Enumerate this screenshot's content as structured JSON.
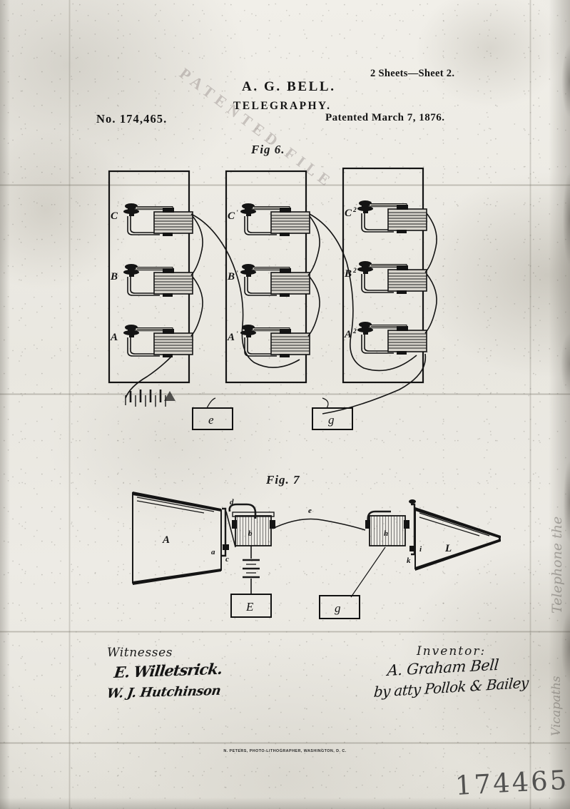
{
  "document": {
    "sheet_note": "2 Sheets—Sheet 2.",
    "inventor_name": "A. G. BELL.",
    "subject": "TELEGRAPHY.",
    "patent_number": "No. 174,465.",
    "patent_date": "Patented March 7, 1876.",
    "stamp": "PATENTED FILE",
    "imprint": "N. PETERS, PHOTO-LITHOGRAPHER, WASHINGTON, D. C.",
    "archive_number": "174465",
    "margin_note_1": "Telephone the",
    "margin_note_2": "Vicapaths"
  },
  "figures": {
    "fig6": {
      "caption": "Fig 6.",
      "panels": [
        {
          "name": "station-1",
          "instruments": [
            "C",
            "B",
            "A"
          ],
          "primes": [
            "",
            "",
            ""
          ]
        },
        {
          "name": "station-2",
          "instruments": [
            "C",
            "B",
            "A"
          ],
          "primes": [
            "'",
            "'",
            "'"
          ]
        },
        {
          "name": "station-3",
          "instruments": [
            "C",
            "B",
            "A"
          ],
          "primes": [
            "2",
            "2",
            "2"
          ]
        }
      ],
      "boxes": [
        {
          "name": "box-e",
          "label": "e"
        },
        {
          "name": "box-g",
          "label": "g"
        }
      ],
      "battery_label": ""
    },
    "fig7": {
      "caption": "Fig. 7",
      "cone_left_label": "A",
      "cone_right_label": "L",
      "coil_left_label": "b",
      "coil_right_label": "h",
      "line_label": "e",
      "small_labels": [
        "a",
        "c",
        "d",
        "i",
        "k"
      ],
      "boxes": [
        {
          "name": "box-E",
          "label": "E"
        },
        {
          "name": "box-g",
          "label": "g"
        }
      ]
    }
  },
  "signatures": {
    "witnesses_label": "Witnesses",
    "witness_1": "E. Willetsrick.",
    "witness_2": "W. J. Hutchinson",
    "inventor_label": "Inventor:",
    "inventor_signature": "A. Graham Bell",
    "attorney_signature": "by atty Pollok & Bailey"
  },
  "colors": {
    "paper": "#eceae4",
    "ink": "#151515",
    "pencil": "#3a3a3a"
  }
}
